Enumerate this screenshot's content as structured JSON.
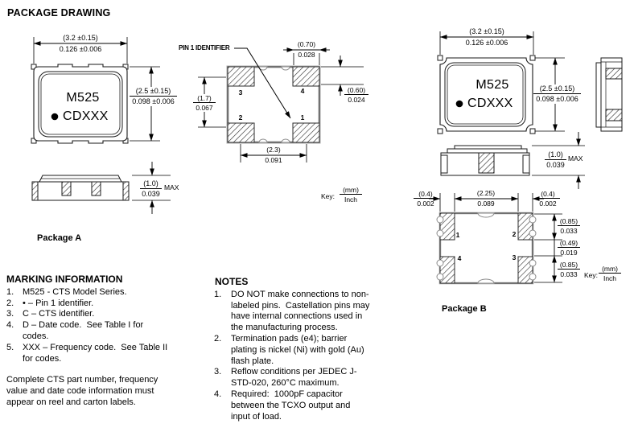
{
  "title": "PACKAGE DRAWING",
  "key": {
    "label": "Key:",
    "mm": "(mm)",
    "inch": "Inch"
  },
  "package_a": {
    "label": "Package A",
    "model": "M525",
    "code": "CDXXX",
    "width_mm": "(3.2 ±0.15)",
    "width_in": "0.126 ±0.006",
    "height_mm": "(2.5 ±0.15)",
    "height_in": "0.098 ±0.006",
    "max_height_mm": "(1.0)",
    "max_height_in": "0.039",
    "max_label": "MAX",
    "bottom": {
      "pin1_callout": "PIN 1 IDENTIFIER",
      "pins": {
        "tl": "3",
        "tr": "4",
        "bl": "2",
        "br": "1"
      },
      "pad_width_mm": "(0.70)",
      "pad_width_in": "0.028",
      "pad_pitch_mm": "(1.7)",
      "pad_pitch_in": "0.067",
      "pad_height_mm": "(0.60)",
      "pad_height_in": "0.024",
      "pad_span_mm": "(2.3)",
      "pad_span_in": "0.091"
    }
  },
  "package_b": {
    "label": "Package B",
    "model": "M525",
    "code": "CDXXX",
    "width_mm": "(3.2 ±0.15)",
    "width_in": "0.126 ±0.006",
    "height_mm": "(2.5 ±0.15)",
    "height_in": "0.098 ±0.006",
    "max_height_mm": "(1.0)",
    "max_height_in": "0.039",
    "max_label": "MAX",
    "bottom": {
      "pins": {
        "tl": "1",
        "tr": "2",
        "bl": "4",
        "br": "3"
      },
      "edge_left_mm": "(0.4)",
      "edge_left_in": "0.002",
      "span_mm": "(2.25)",
      "span_in": "0.089",
      "edge_right_mm": "(0.4)",
      "edge_right_in": "0.002",
      "pad_top_mm": "(0.85)",
      "pad_top_in": "0.033",
      "pad_gap_mm": "(0.49)",
      "pad_gap_in": "0.019",
      "pad_bottom_mm": "(0.85)",
      "pad_bottom_in": "0.033"
    }
  },
  "marking": {
    "heading": "MARKING INFORMATION",
    "items": [
      {
        "num": "1.",
        "text": "M525 - CTS Model Series."
      },
      {
        "num": "2.",
        "text": "• – Pin 1 identifier."
      },
      {
        "num": "3.",
        "text": "C – CTS identifier."
      },
      {
        "num": "4.",
        "text": "D – Date code.  See Table I for\ncodes."
      },
      {
        "num": "5.",
        "text": "XXX – Frequency code.  See Table II\nfor codes."
      }
    ],
    "footer": "Complete CTS part number, frequency\nvalue and date code information must\nappear on reel and carton labels."
  },
  "notes": {
    "heading": "NOTES",
    "items": [
      {
        "num": "1.",
        "text": "DO NOT make connections to non-\nlabeled pins.  Castellation pins may\nhave internal connections used in\nthe manufacturing process."
      },
      {
        "num": "2.",
        "text": "Termination pads (e4); barrier\nplating is nickel (Ni) with gold (Au)\nflash plate."
      },
      {
        "num": "3.",
        "text": "Reflow conditions per JEDEC J-\nSTD-020, 260°C maximum."
      },
      {
        "num": "4.",
        "text": "Required:  1000pF capacitor\nbetween the TCXO output and\ninput of load."
      }
    ]
  },
  "colors": {
    "ink": "#000000",
    "background": "#ffffff",
    "body_edge": "#a8a8a8"
  }
}
